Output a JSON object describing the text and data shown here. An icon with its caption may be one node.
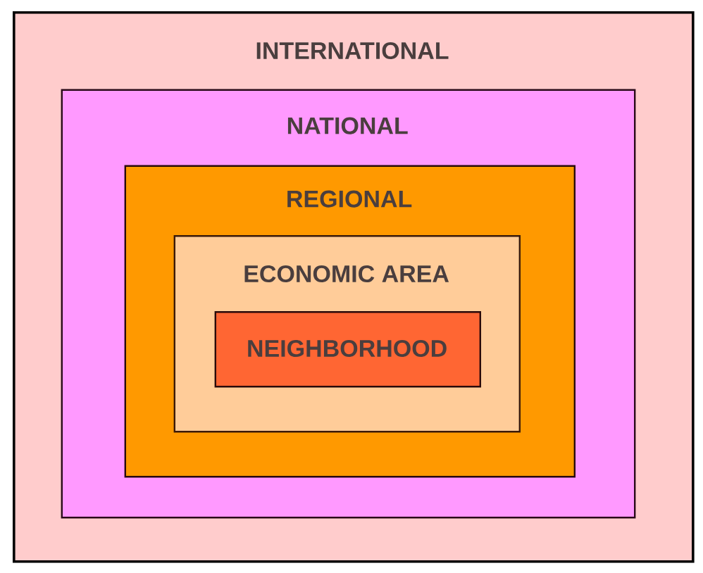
{
  "diagram": {
    "nodes": [
      {
        "text": [
          "INTERNATIONAL"
        ]
      },
      {
        "text": [
          "NATIONAL"
        ],
        "in": 0
      },
      {
        "text": [
          "REGIONAL"
        ],
        "in": 1
      },
      {
        "text": [
          "ECONOMIC AREA"
        ],
        "in": 2
      },
      {
        "text": [
          "NEIGHBORHOOD"
        ],
        "in": 3
      }
    ]
  }
}
